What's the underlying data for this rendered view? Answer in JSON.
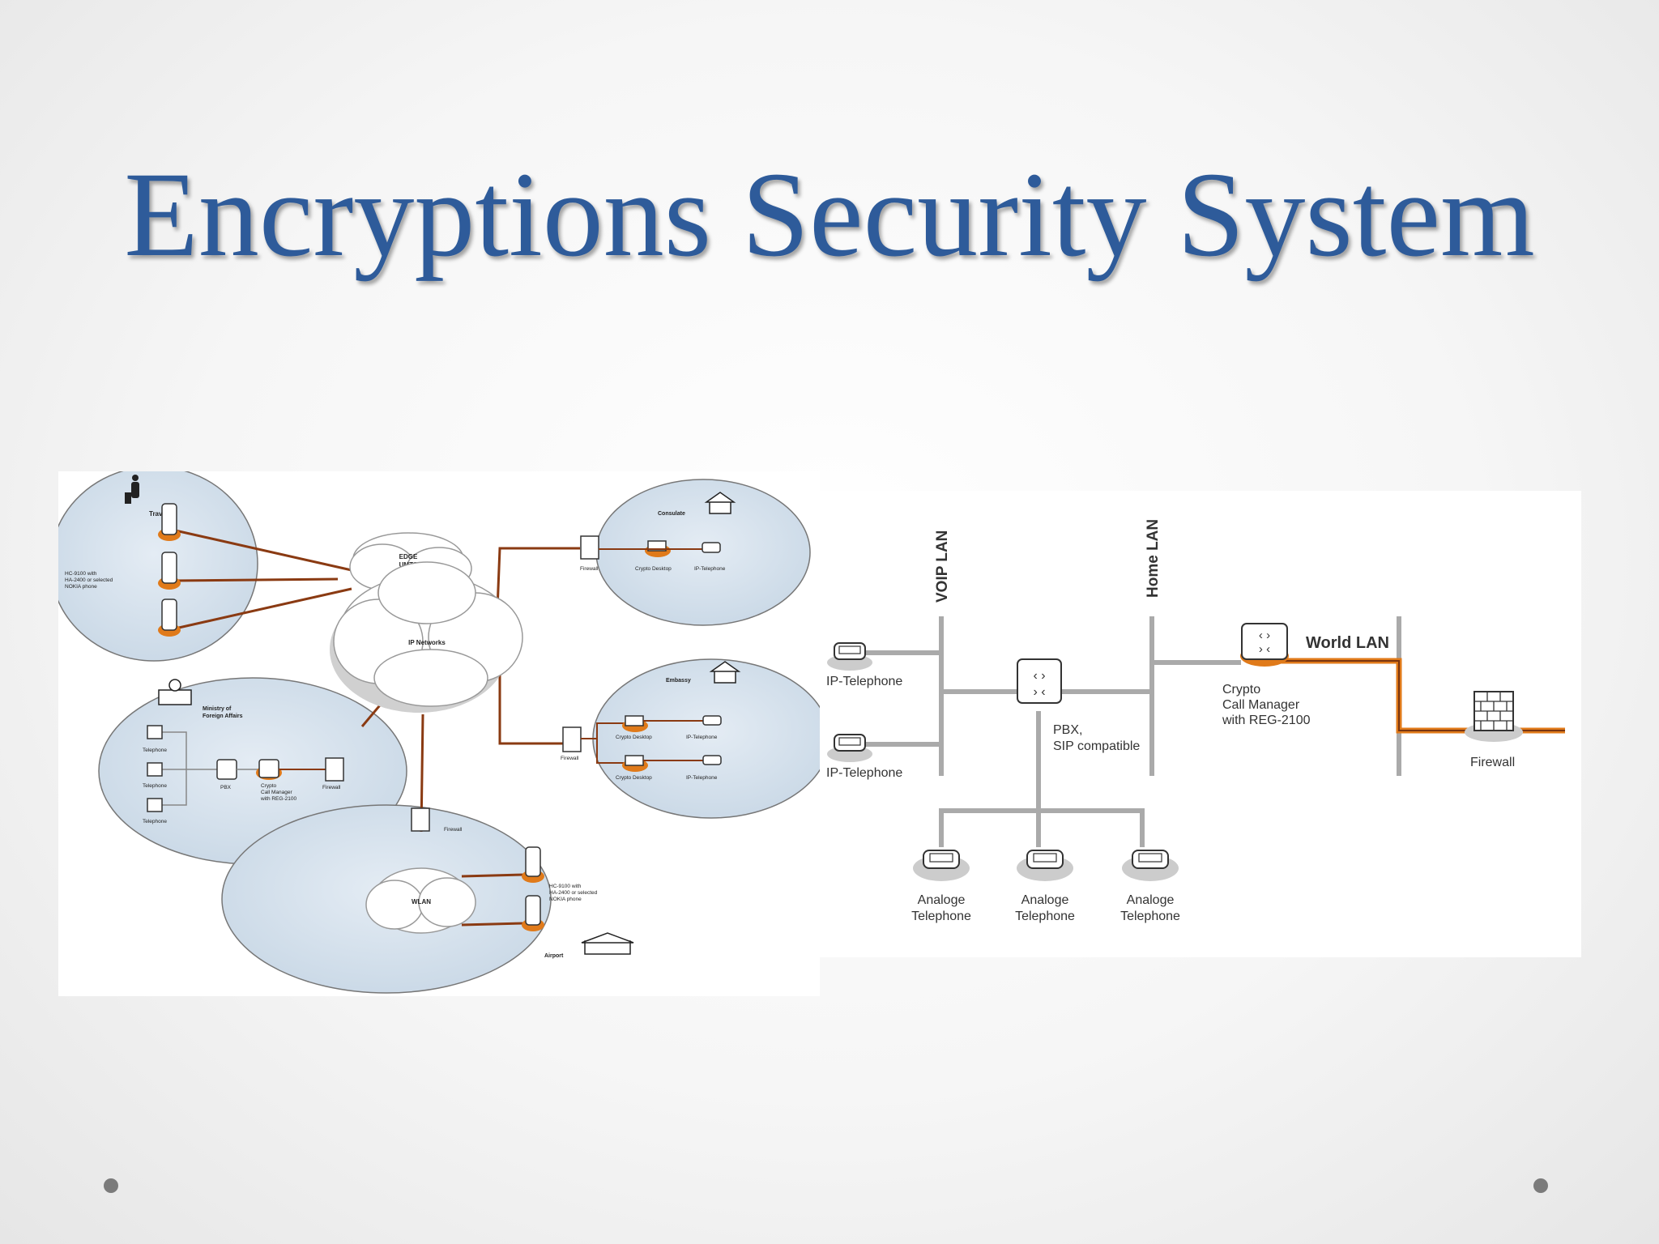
{
  "slide": {
    "title": "Encryptions Security System"
  },
  "left_diagram": {
    "traveller": "Traveller",
    "traveller_phone": [
      "HC-9100 with",
      "HA-2400 or selected",
      "NOKIA phone"
    ],
    "edge": [
      "EDGE",
      "UMTS"
    ],
    "ip_networks": "IP Networks",
    "consulate": "Consulate",
    "consulate_firewall": "Firewall",
    "consulate_crypto": "Crypto Desktop",
    "consulate_ipphone": "IP-Telephone",
    "embassy": "Embassy",
    "embassy_firewall": "Firewall",
    "embassy_crypto_1": "Crypto Desktop",
    "embassy_ipphone_1": "IP-Telephone",
    "embassy_crypto_2": "Crypto Desktop",
    "embassy_ipphone_2": "IP-Telephone",
    "ministry": [
      "Ministry of",
      "Foreign Affairs"
    ],
    "ministry_tel_1": "Telephone",
    "ministry_tel_2": "Telephone",
    "ministry_tel_3": "Telephone",
    "ministry_pbx": "PBX",
    "ministry_crypto": [
      "Crypto",
      "Call Manager",
      "with REG-2100"
    ],
    "ministry_firewall": "Firewall",
    "airport_firewall": "Firewall",
    "wlan": "WLAN",
    "airport_phone": [
      "HC-9100 with",
      "HA-2400 or selected",
      "NOKIA phone"
    ],
    "airport": "Airport"
  },
  "right_diagram": {
    "voip_lan": "VOIP LAN",
    "home_lan": "Home LAN",
    "world_lan": "World LAN",
    "ip_telephone_1": "IP-Telephone",
    "ip_telephone_2": "IP-Telephone",
    "pbx": [
      "PBX,",
      "SIP compatible"
    ],
    "crypto": [
      "Crypto",
      "Call Manager",
      "with REG-2100"
    ],
    "firewall": "Firewall",
    "analog_1": [
      "Analoge",
      "Telephone"
    ],
    "analog_2": [
      "Analoge",
      "Telephone"
    ],
    "analog_3": [
      "Analoge",
      "Telephone"
    ]
  }
}
